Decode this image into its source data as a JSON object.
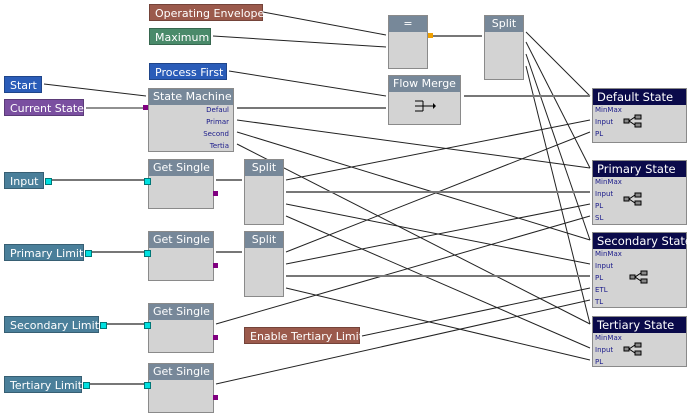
{
  "labels": {
    "operating_envelope": "Operating Envelope",
    "maximum": "Maximum",
    "process_first": "Process First",
    "start": "Start",
    "current_state": "Current State",
    "input": "Input",
    "primary_limit": "Primary Limit",
    "secondary_limit": "Secondary Limit",
    "tertiary_limit": "Tertiary Limit",
    "enable_tertiary_limit": "Enable Tertiary Limit"
  },
  "nodes": {
    "equals": "=",
    "split": "Split",
    "flow_merge": "Flow Merge",
    "get_single": "Get Single",
    "state_machine": {
      "title": "State Machine",
      "outputs": [
        "Defaul",
        "Primar",
        "Second",
        "Tertia"
      ]
    },
    "default_state": {
      "title": "Default State",
      "inputs": [
        "MinMax",
        "Input",
        "PL"
      ]
    },
    "primary_state": {
      "title": "Primary State",
      "inputs": [
        "MinMax",
        "Input",
        "PL",
        "SL"
      ]
    },
    "secondary_state": {
      "title": "Secondary State",
      "inputs": [
        "MinMax",
        "Input",
        "PL",
        "ETL",
        "TL"
      ]
    },
    "tertiary_state": {
      "title": "Tertiary State",
      "inputs": [
        "MinMax",
        "Input",
        "PL"
      ]
    }
  },
  "colors": {
    "brown": "#9b5a4c",
    "green": "#4a8a6a",
    "blue": "#2a5cb8",
    "purple": "#7a4fa0",
    "teal": "#4a7f9a",
    "header": "#778899",
    "state_header": "#0a0a4a"
  }
}
